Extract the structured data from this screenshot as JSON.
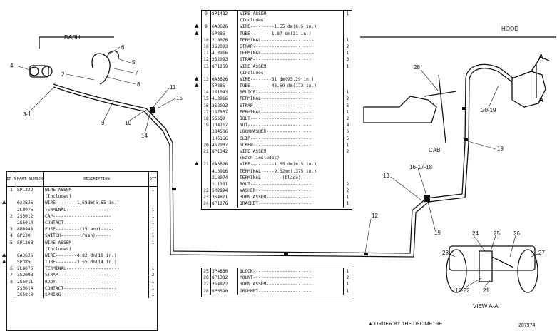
{
  "labels": {
    "dash": "DASH",
    "hood": "HOOD",
    "cab": "CAB",
    "view": "VIEW A-A",
    "section_a1": "A",
    "section_a2": "A",
    "callouts": {
      "n1": "4",
      "n2": "6",
      "n3": "5",
      "n4": "7",
      "n5": "2",
      "n6": "8",
      "n7": "3-1",
      "n8": "9",
      "n9": "11",
      "n10": "15",
      "n11": "10",
      "n12": "14",
      "n13": "28",
      "n14": "20-19",
      "n15": "19",
      "n16": "13",
      "n17": "16-17-18",
      "n18": "12",
      "n19": "19",
      "n20": "24",
      "n21": "25",
      "n22": "26",
      "n23": "23",
      "n24": "27",
      "n25": "18-22",
      "n26": "21"
    },
    "footnote": "▲ ORDER BY THE DECIMETRE",
    "figure_number": "207974"
  },
  "left_table": {
    "headers": {
      "ref": "REF NO",
      "part": "PART NUMBER",
      "desc": "DESCRIPTION",
      "qty": "QTY"
    },
    "rows": [
      {
        "mark": "",
        "ref": "1",
        "part": "8P1222",
        "desc": "WIRE ASSEM",
        "qty": "1"
      },
      {
        "mark": "",
        "ref": "",
        "part": "",
        "desc": "(Includes)",
        "qty": ""
      },
      {
        "mark": "▲",
        "ref": "",
        "part": "6A3626",
        "desc": "WIRE--------1,68dm(6.65 in.)",
        "qty": ""
      },
      {
        "mark": "",
        "ref": "",
        "part": "2L8076",
        "desc": "TERMINAL--------------------",
        "qty": "1"
      },
      {
        "mark": "",
        "ref": "2",
        "part": "2S5012",
        "desc": "CAP----------------------",
        "qty": "1"
      },
      {
        "mark": "",
        "ref": "",
        "part": "2S5014",
        "desc": "CONTACT--------------------",
        "qty": "1"
      },
      {
        "mark": "",
        "ref": "3",
        "part": "8M8948",
        "desc": "FUSE---------(15 amp)-----",
        "qty": "1"
      },
      {
        "mark": "",
        "ref": "4",
        "part": "8P230",
        "desc": "SWITCH-------(Push)------",
        "qty": "1"
      },
      {
        "mark": "",
        "ref": "5",
        "part": "8P1268",
        "desc": "WIRE ASSEM",
        "qty": "1"
      },
      {
        "mark": "",
        "ref": "",
        "part": "",
        "desc": "(Includes)",
        "qty": ""
      },
      {
        "mark": "▲",
        "ref": "",
        "part": "6A3626",
        "desc": "WIRE--------4.82 dm(19 in.)",
        "qty": ""
      },
      {
        "mark": "▲",
        "ref": "",
        "part": "5P385",
        "desc": "TUBE--------3.55 dm(14 in.)",
        "qty": ""
      },
      {
        "mark": "",
        "ref": "6",
        "part": "2L8076",
        "desc": "TERMINAL--------------------",
        "qty": "1"
      },
      {
        "mark": "",
        "ref": "7",
        "part": "3S2093",
        "desc": "STRAP----------------------",
        "qty": "2"
      },
      {
        "mark": "",
        "ref": "8",
        "part": "2S5011",
        "desc": "BODY-----------------------",
        "qty": "1"
      },
      {
        "mark": "",
        "ref": "",
        "part": "2S5014",
        "desc": "CONTACT--------------------",
        "qty": "1"
      },
      {
        "mark": "",
        "ref": "",
        "part": "2S5013",
        "desc": "SPRING---------------------",
        "qty": "1"
      }
    ]
  },
  "middle_table": {
    "rows": [
      {
        "mark": "",
        "ref": "9",
        "part": "8P1482",
        "desc": "WIRE ASSEM",
        "qty": "1"
      },
      {
        "mark": "",
        "ref": "",
        "part": "",
        "desc": "(Includes)",
        "qty": ""
      },
      {
        "mark": "▲",
        "ref": "9",
        "part": "6A3626",
        "desc": "WIRE---------1.65 dm(6.5 in.)",
        "qty": ""
      },
      {
        "mark": "▲",
        "ref": "",
        "part": "5P385",
        "desc": "TUBE--------1.87 dm(31 in.)",
        "qty": ""
      },
      {
        "mark": "",
        "ref": "10",
        "part": "2L8076",
        "desc": "TERMINAL--------------------",
        "qty": "1"
      },
      {
        "mark": "",
        "ref": "10",
        "part": "3S2093",
        "desc": "STRAP----------------------",
        "qty": "2"
      },
      {
        "mark": "",
        "ref": "11",
        "part": "4L3916",
        "desc": "TERMINAL--------------------",
        "qty": "1"
      },
      {
        "mark": "",
        "ref": "12",
        "part": "3S2093",
        "desc": "STRAP----------------------",
        "qty": "3"
      },
      {
        "mark": "",
        "ref": "13",
        "part": "8P1269",
        "desc": "WIRE ASSEM",
        "qty": "1"
      },
      {
        "mark": "",
        "ref": "",
        "part": "",
        "desc": "(Includes)",
        "qty": ""
      },
      {
        "mark": "▲",
        "ref": "13",
        "part": "6A3626",
        "desc": "WIRE--------51 dm(95.29 in.)",
        "qty": ""
      },
      {
        "mark": "▲",
        "ref": "",
        "part": "5P385",
        "desc": "TUBE--------43.69 dm(172 in.)",
        "qty": ""
      },
      {
        "mark": "",
        "ref": "14",
        "part": "2S1043",
        "desc": "SPLICE---------------------",
        "qty": "1"
      },
      {
        "mark": "",
        "ref": "15",
        "part": "4L3916",
        "desc": "TERMINAL-------------------",
        "qty": "2"
      },
      {
        "mark": "",
        "ref": "16",
        "part": "3S2093",
        "desc": "STRAP----------------------",
        "qty": "5"
      },
      {
        "mark": "",
        "ref": "17",
        "part": "1S7837",
        "desc": "TERMINAL-------------------",
        "qty": "1"
      },
      {
        "mark": "",
        "ref": "18",
        "part": "5S5Q9",
        "desc": "BOLT-----------------------",
        "qty": "2"
      },
      {
        "mark": "",
        "ref": "19",
        "part": "1D4717",
        "desc": "NUT------------------------",
        "qty": "4"
      },
      {
        "mark": "",
        "ref": "",
        "part": "3B4506",
        "desc": "LOCKWASHER-----------------",
        "qty": "5"
      },
      {
        "mark": "",
        "ref": "",
        "part": "1H5166",
        "desc": "CLIP-----------------------",
        "qty": "5"
      },
      {
        "mark": "",
        "ref": "20",
        "part": "4S2087",
        "desc": "SCREW----------------------",
        "qty": "1"
      },
      {
        "mark": "",
        "ref": "21",
        "part": "8P1342",
        "desc": "WIRE ASSEM",
        "qty": "2"
      },
      {
        "mark": "",
        "ref": "",
        "part": "",
        "desc": "(Each includes)",
        "qty": ""
      },
      {
        "mark": "▲",
        "ref": "21",
        "part": "6A3626",
        "desc": "WIRE---------1.65 dm(6.5 in.)",
        "qty": ""
      },
      {
        "mark": "",
        "ref": "",
        "part": "4L3916",
        "desc": "TERMINAL-----9.52mm(.375 in.)",
        "qty": ""
      },
      {
        "mark": "",
        "ref": "",
        "part": "2L8074",
        "desc": "TERMINAL--------(blade)-----",
        "qty": ""
      },
      {
        "mark": "",
        "ref": "",
        "part": "1L1351",
        "desc": "BOLT-----------------------",
        "qty": "2"
      },
      {
        "mark": "",
        "ref": "22",
        "part": "5M2894",
        "desc": "WASHER---------------------",
        "qty": "2"
      },
      {
        "mark": "",
        "ref": "23",
        "part": "3S4871",
        "desc": "HORN ASSEM-----------------",
        "qty": "1"
      },
      {
        "mark": "",
        "ref": "24",
        "part": "8P1278",
        "desc": "BRACKET--------------------",
        "qty": "1"
      }
    ]
  },
  "bottom_table": {
    "rows": [
      {
        "mark": "",
        "ref": "25",
        "part": "3P4850",
        "desc": "BLOCK----------------------",
        "qty": "1"
      },
      {
        "mark": "",
        "ref": "26",
        "part": "8P1382",
        "desc": "MOUNT----------------------",
        "qty": "2"
      },
      {
        "mark": "",
        "ref": "27",
        "part": "3S4872",
        "desc": "HORN ASSEM-----------------",
        "qty": "1"
      },
      {
        "mark": "",
        "ref": "28",
        "part": "6P6590",
        "desc": "GROMMET--------------------",
        "qty": "1"
      }
    ]
  }
}
